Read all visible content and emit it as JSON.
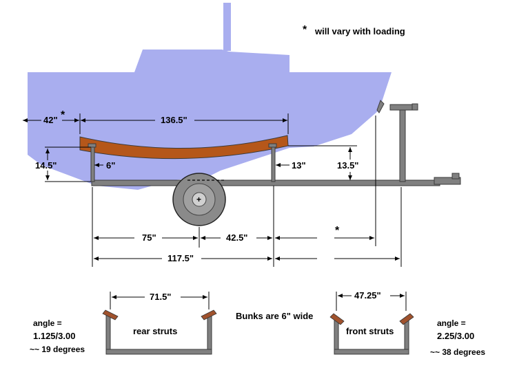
{
  "colors": {
    "hull": "#a9aeef",
    "frame": "#808080",
    "frame_outline": "#3a3a3a",
    "bunk": "#b5571a",
    "tire": "#8a8a8a",
    "hub": "#d0d0d0",
    "strut_pad": "#a0522d",
    "dimension_line": "#000000"
  },
  "notes": {
    "asterisk": "*",
    "varies": "will vary with loading",
    "bunk_width": "Bunks are 6\" wide"
  },
  "dimensions": {
    "overhang": "42\"",
    "bunk_length": "136.5\"",
    "rear_height": "14.5\"",
    "rear_offset": "6\"",
    "front_offset": "13\"",
    "front_height": "13.5\"",
    "axle_to_rear": "75\"",
    "axle_to_front": "42.5\"",
    "rear_to_front_total": "117.5\""
  },
  "rear_strut": {
    "label": "rear struts",
    "width": "71.5\"",
    "angle_label": "angle =",
    "angle_ratio": "1.125/3.00",
    "angle_approx": "~~ 19  degrees"
  },
  "front_strut": {
    "label": "front struts",
    "width": "47.25\"",
    "angle_label": "angle =",
    "angle_ratio": "2.25/3.00",
    "angle_approx": "~~  38 degrees"
  }
}
